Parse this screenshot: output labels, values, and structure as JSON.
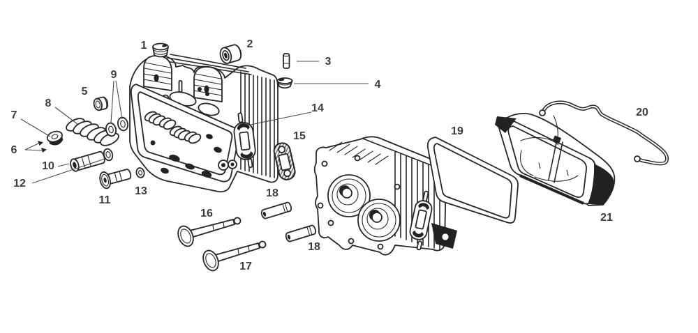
{
  "colors": {
    "background": "#ffffff",
    "line": "#262626",
    "label": "#3d3d3d"
  },
  "callouts": [
    {
      "label": "1"
    },
    {
      "label": "2"
    },
    {
      "label": "3"
    },
    {
      "label": "4"
    },
    {
      "label": "5"
    },
    {
      "label": "6"
    },
    {
      "label": "7"
    },
    {
      "label": "8"
    },
    {
      "label": "9"
    },
    {
      "label": "10"
    },
    {
      "label": "11"
    },
    {
      "label": "12"
    },
    {
      "label": "13"
    },
    {
      "label": "14"
    },
    {
      "label": "15"
    },
    {
      "label": "16"
    },
    {
      "label": "17"
    },
    {
      "label": "18"
    },
    {
      "label": "18"
    },
    {
      "label": "19"
    },
    {
      "label": "20"
    },
    {
      "label": "21"
    }
  ]
}
